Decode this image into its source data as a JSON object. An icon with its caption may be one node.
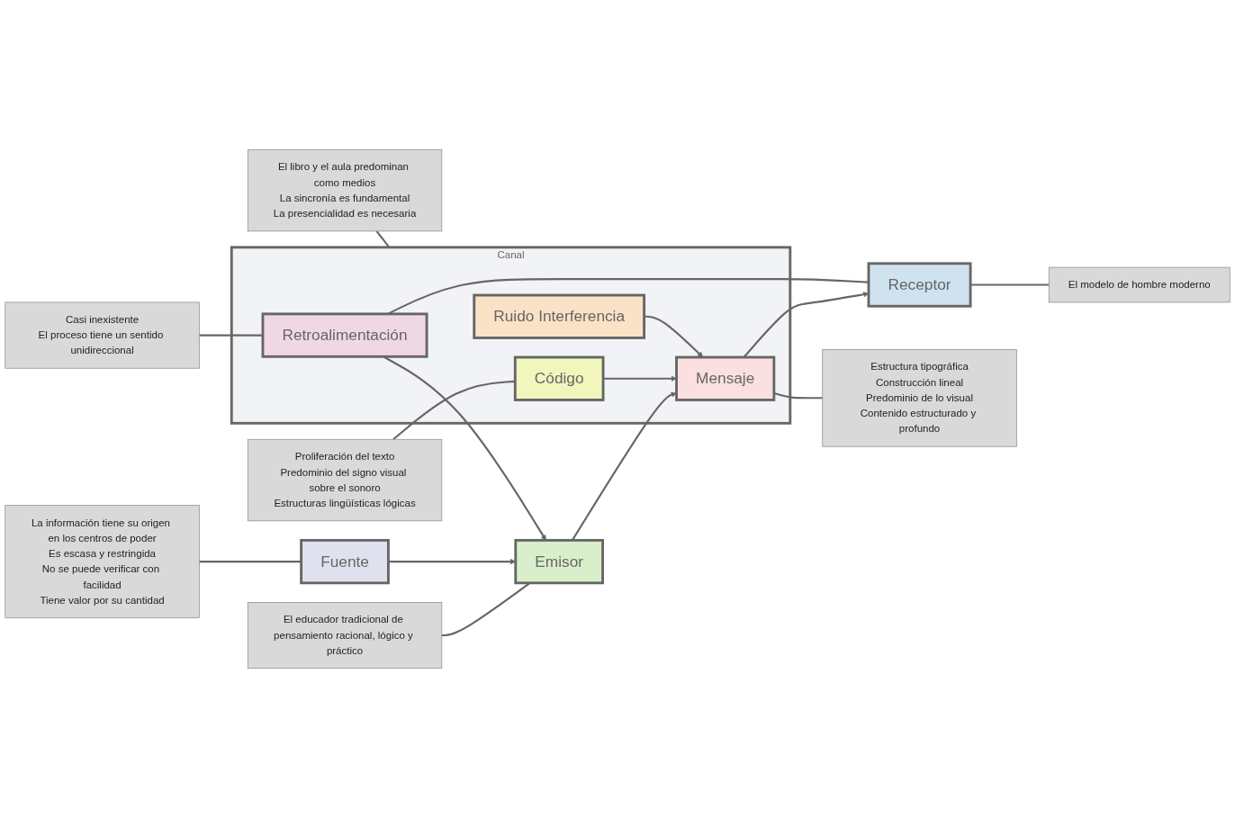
{
  "diagram": {
    "nodes": [
      {
        "text": [
          "Proliferación del texto",
          "Predominio del signo visual sobre el sonoro",
          "Estructuras lingüísticas lógicas"
        ]
      },
      {
        "text": [
          "Canal"
        ]
      },
      {
        "text": [
          "Código"
        ],
        "in": 1
      },
      {
        "text": [
          "El educador tradicional de pensamiento racional, lógico y práctico"
        ]
      },
      {
        "text": [
          "El modelo de hombre moderno"
        ]
      },
      {
        "text": [
          "Emisor"
        ]
      },
      {
        "text": [
          "Mensaje"
        ],
        "in": 1
      },
      {
        "text": [
          "Receptor"
        ]
      },
      {
        "text": [
          "Estructura tipográfica",
          "Construcción lineal",
          "Predominio de lo visual",
          "Contenido estructurado y profundo"
        ]
      },
      {
        "text": [
          "Fuente"
        ]
      },
      {
        "text": [
          "El libro y el aula predominan como medios",
          "La sincronía es fundamental",
          "La presencialidad es necesaria"
        ]
      },
      {
        "text": [
          "Ruido Interferencia"
        ],
        "in": 1
      },
      {
        "text": [
          "La información tiene su origen en los centros de poder",
          "Es escasa y restringida",
          "No se puede verificar con facilidad",
          "Tiene valor por su cantidad"
        ]
      },
      {
        "text": [
          "Retroalimentación"
        ],
        "in": 1
      },
      {
        "text": [
          "Casi inexistente",
          "El proceso tiene un sentido unidireccional"
        ]
      }
    ],
    "edges": [
      {
        "from": 0,
        "to": 2,
        "arrow": "none"
      },
      {
        "from": 3,
        "to": 5,
        "arrow": "none"
      },
      {
        "from": 4,
        "to": 7,
        "arrow": "none"
      },
      {
        "from": 8,
        "to": 6,
        "arrow": "none"
      },
      {
        "from": 12,
        "to": 9,
        "arrow": "none"
      },
      {
        "from": 10,
        "to": 1,
        "arrow": "none"
      },
      {
        "from": 14,
        "to": 13,
        "arrow": "none"
      },
      {
        "from": 9,
        "to": 5,
        "arrow": "to"
      },
      {
        "from": 5,
        "to": 6,
        "arrow": "to"
      },
      {
        "from": 2,
        "to": 6,
        "arrow": "to"
      },
      {
        "from": 11,
        "to": 6,
        "arrow": "to"
      },
      {
        "from": 6,
        "to": 7,
        "arrow": "to"
      },
      {
        "from": 7,
        "to": 13,
        "arrow": "none"
      },
      {
        "from": 13,
        "to": 5,
        "arrow": "to"
      }
    ]
  }
}
